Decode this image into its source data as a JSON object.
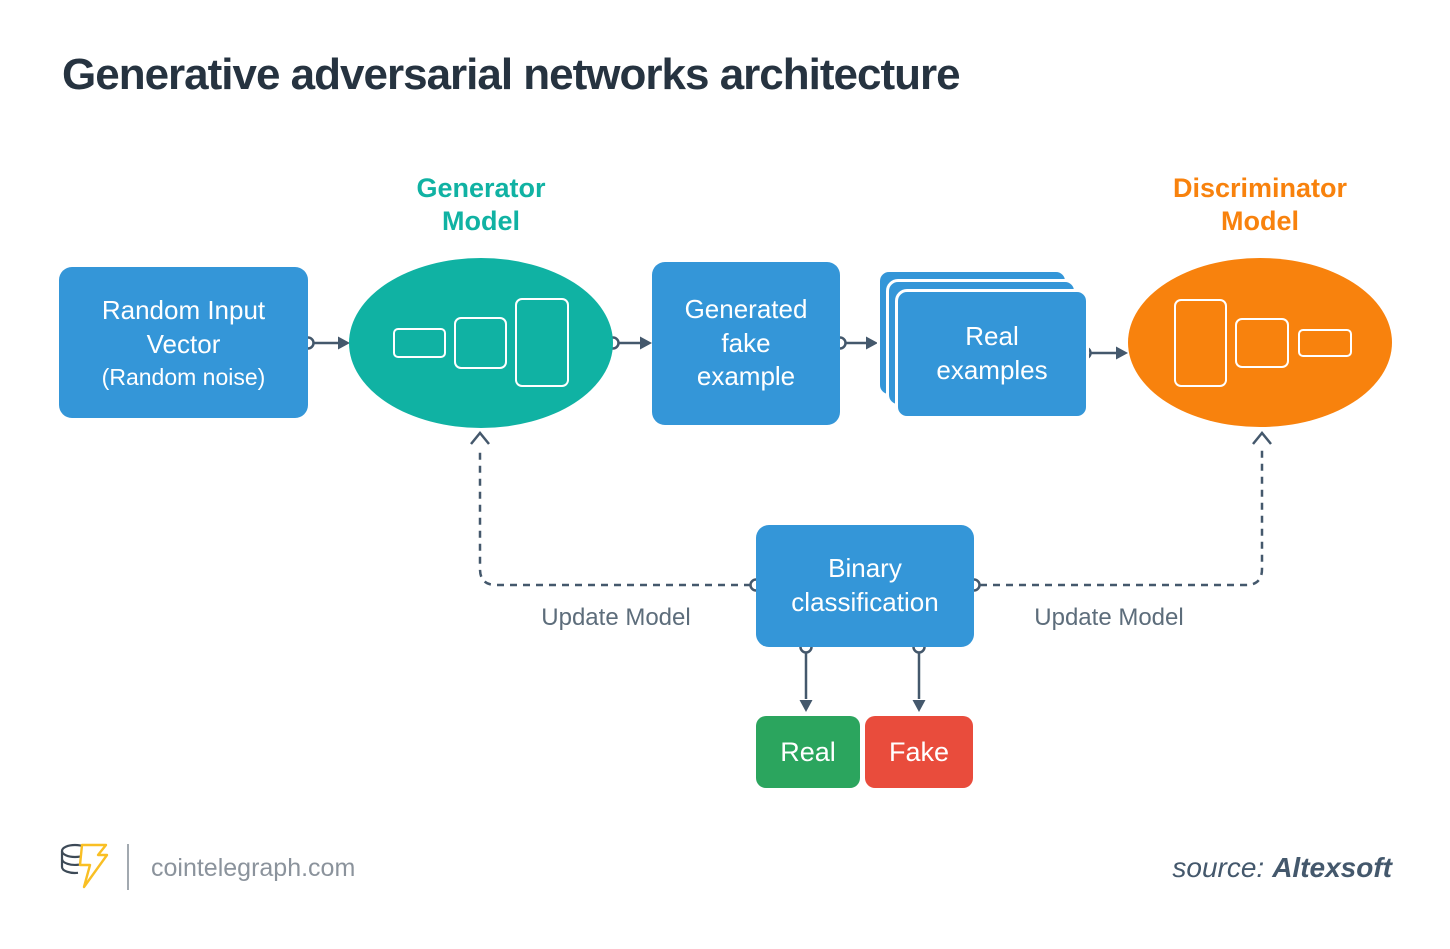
{
  "title": "Generative adversarial networks architecture",
  "labels": {
    "generator": {
      "line1": "Generator",
      "line2": "Model"
    },
    "discriminator": {
      "line1": "Discriminator",
      "line2": "Model"
    }
  },
  "nodes": {
    "random_input": {
      "title": "Random Input Vector",
      "subtitle": "(Random noise)"
    },
    "generated_fake": {
      "text": "Generated fake example"
    },
    "real_examples": {
      "text": "Real examples"
    },
    "binary_classification": {
      "text": "Binary classification"
    },
    "real_output": {
      "text": "Real"
    },
    "fake_output": {
      "text": "Fake"
    }
  },
  "annotations": {
    "update_model_left": "Update Model",
    "update_model_right": "Update Model"
  },
  "footer": {
    "site": "cointelegraph.com",
    "source_label": "source:",
    "source_name": "Altexsoft"
  },
  "colors": {
    "node_blue": "#3496d8",
    "generator_teal": "#10b2a3",
    "discriminator_orange": "#f8820d",
    "real_green": "#2ba55e",
    "fake_red": "#e94c3c",
    "connector_slate": "#44586c",
    "title_dark": "#263340",
    "annotation_gray": "#5d6d7b",
    "logo_bolt_yellow": "#f9bf24"
  }
}
